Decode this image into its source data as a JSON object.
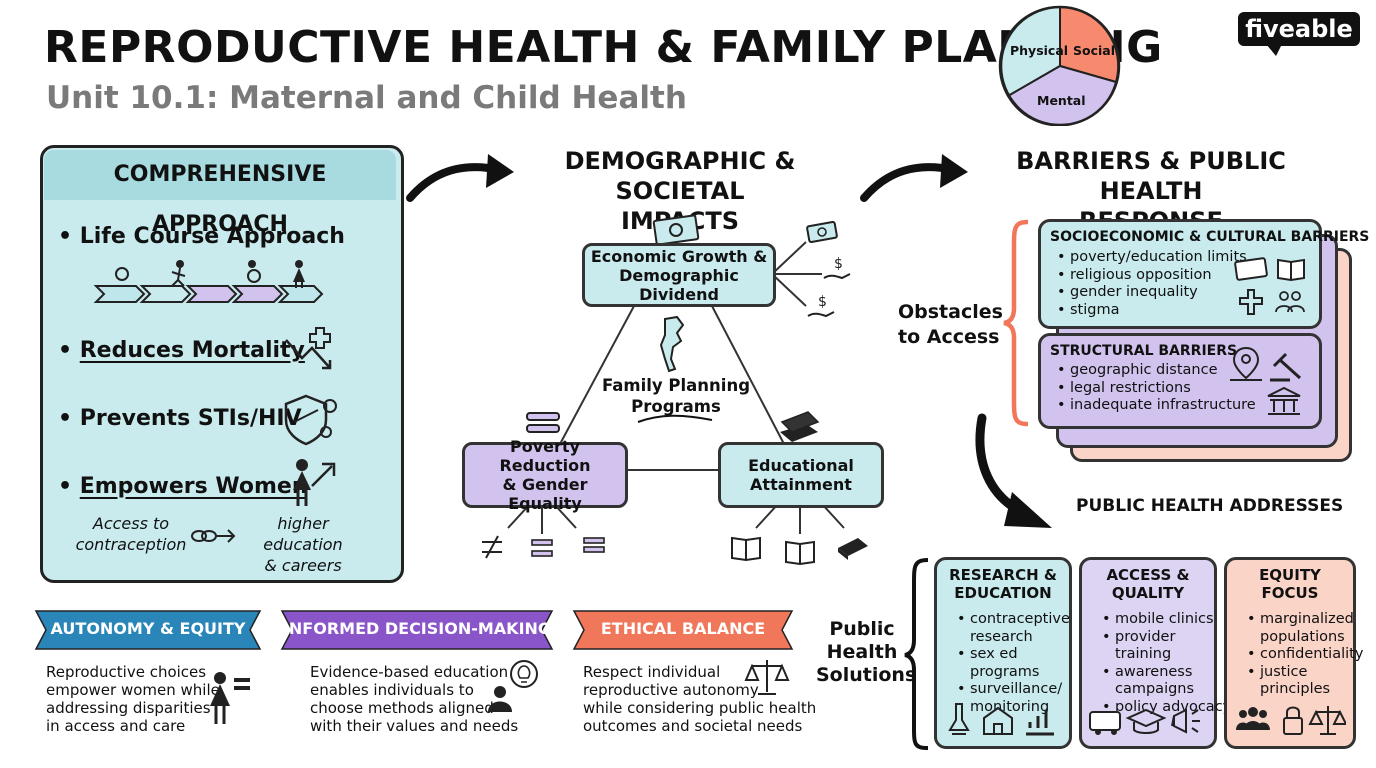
{
  "header": {
    "title": "REPRODUCTIVE HEALTH & FAMILY PLANNING",
    "subtitle": "Unit 10.1: Maternal and Child Health",
    "logo": "fiveable",
    "wheel": [
      "Physical",
      "Social",
      "Mental"
    ]
  },
  "comprehensive": {
    "heading": "COMPREHENSIVE APPROACH",
    "items": [
      "Life Course Approach",
      "Reduces Mortality",
      "Prevents STIs/HIV",
      "Empowers Women"
    ],
    "note_left": [
      "Access to",
      "contraception"
    ],
    "note_right": [
      "higher education",
      "& careers"
    ]
  },
  "demographic": {
    "heading": [
      "DEMOGRAPHIC & SOCIETAL",
      "IMPACTS"
    ],
    "top_node": [
      "Economic Growth &",
      "Demographic Dividend"
    ],
    "center": [
      "Family Planning",
      "Programs"
    ],
    "left_node": [
      "Poverty Reduction",
      "& Gender Equality"
    ],
    "right_node": [
      "Educational",
      "Attainment"
    ]
  },
  "barriers": {
    "heading": [
      "BARRIERS & PUBLIC HEALTH",
      "RESPONSE"
    ],
    "obstacles_label": [
      "Obstacles",
      "to Access"
    ],
    "socio_title": "SOCIOECONOMIC & CULTURAL BARRIERS",
    "socio_items": [
      "poverty/education limits",
      "religious opposition",
      "gender inequality",
      "stigma"
    ],
    "struct_title": "STRUCTURAL BARRIERS",
    "struct_items": [
      "geographic distance",
      "legal restrictions",
      "inadequate infrastructure"
    ],
    "addresses_label": "PUBLIC HEALTH ADDRESSES",
    "solutions_label": [
      "Public",
      "Health",
      "Solutions"
    ],
    "solutions": [
      {
        "title": [
          "RESEARCH &",
          "EDUCATION"
        ],
        "items": [
          "contraceptive research",
          "sex ed programs",
          "surveillance/ monitoring"
        ],
        "color": "#c9ebee"
      },
      {
        "title": [
          "ACCESS &",
          "QUALITY"
        ],
        "items": [
          "mobile clinics",
          "provider training",
          "awareness campaigns",
          "policy advocacy"
        ],
        "color": "#ddd3f3"
      },
      {
        "title": [
          "EQUITY",
          "FOCUS"
        ],
        "items": [
          "marginalized populations",
          "confidentiality",
          "justice principles"
        ],
        "color": "#fbd4c8"
      }
    ]
  },
  "ribbons": [
    {
      "label": "AUTONOMY & EQUITY",
      "text": [
        "Reproductive choices",
        "empower women while",
        "addressing disparities",
        "in access and care"
      ],
      "color": "#2a86b8"
    },
    {
      "label": "INFORMED DECISION-MAKING",
      "text": [
        "Evidence-based education",
        "enables individuals to",
        "choose methods aligned",
        "with their values and needs"
      ],
      "color": "#8a55c9"
    },
    {
      "label": "ETHICAL BALANCE",
      "text": [
        "Respect individual",
        "reproductive autonomy",
        "while considering public health",
        "outcomes and societal needs"
      ],
      "color": "#f0775a"
    }
  ]
}
